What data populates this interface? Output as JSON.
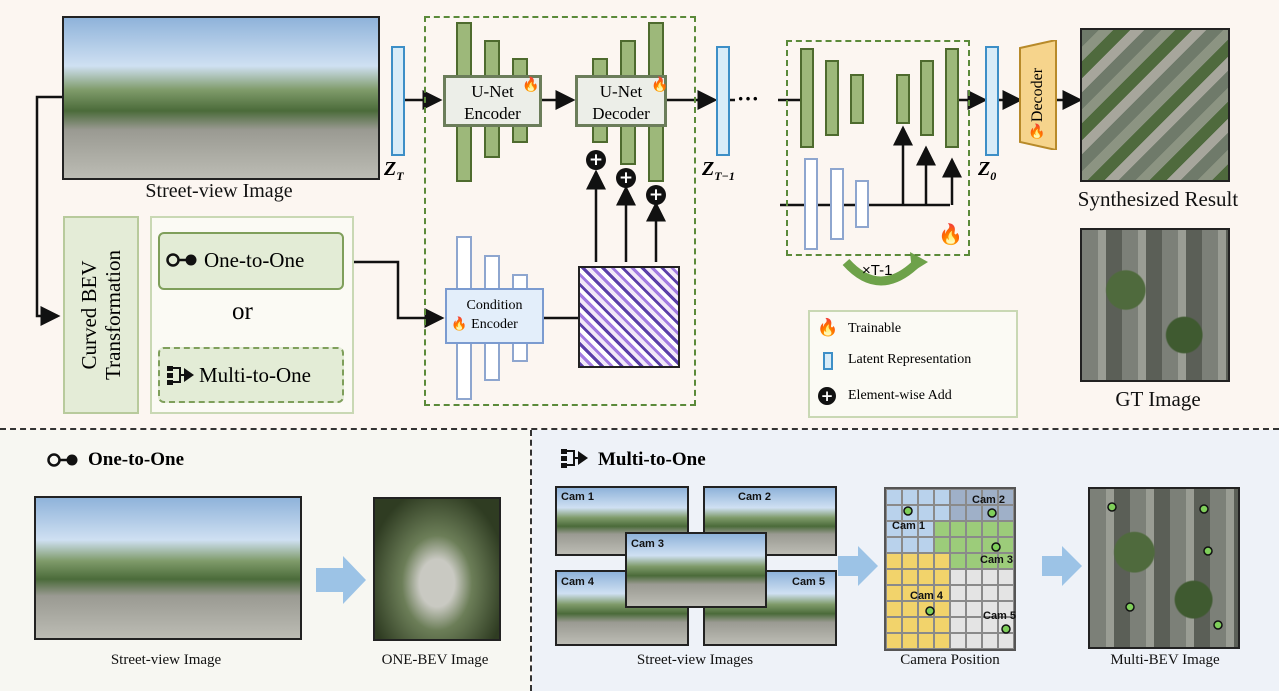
{
  "top": {
    "street_view_label": "Street-view Image",
    "z_t": "Z",
    "z_t_sub": "T",
    "z_t1": "Z",
    "z_t1_sub": "T−1",
    "z_0": "Z",
    "z_0_sub": "0",
    "unet_encoder": "U-Net\nEncoder",
    "unet_decoder": "U-Net\nDecoder",
    "condition_encoder": "Condition\nEncoder",
    "decoder": "Decoder",
    "synth_label": "Synthesized Result",
    "gt_label": "GT Image",
    "curved_bev": "Curved BEV\nTransformation",
    "one_to_one": "One-to-One",
    "or": "or",
    "multi_to_one": "Multi-to-One",
    "times_t1": "×T-1",
    "ellipsis": "···",
    "legend": {
      "trainable": "Trainable",
      "latent": "Latent Representation",
      "add": "Element-wise Add"
    }
  },
  "bottom_left": {
    "title": "One-to-One",
    "street_label": "Street-view Image",
    "bev_label": "ONE-BEV Image"
  },
  "bottom_right": {
    "title": "Multi-to-One",
    "cams": [
      "Cam 1",
      "Cam 2",
      "Cam 3",
      "Cam 4",
      "Cam 5"
    ],
    "street_label": "Street-view Images",
    "position_label": "Camera Position",
    "multi_label": "Multi-BEV Image"
  },
  "colors": {
    "green_bar": "#9db87a",
    "latent_blue": "#3d8fc7",
    "grid_blue": "#b9d2ec",
    "grid_green": "#9ccc7a",
    "grid_yellow": "#f2d36b",
    "grid_grey": "#e4e4e4",
    "arrow_blue": "#9cc3e6"
  },
  "icons": [
    "one-to-one-icon",
    "multi-to-one-icon",
    "fire-icon",
    "plus-icon"
  ]
}
